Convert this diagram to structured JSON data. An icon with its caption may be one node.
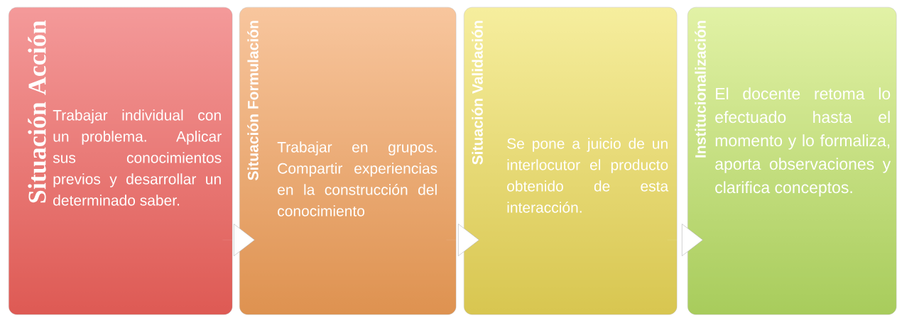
{
  "diagram": {
    "nodes": [
      {
        "text": [
          "Situación Acción",
          "Trabajar individual con un problema. Aplicar sus conocimientos previos y desarrollar un determinado saber."
        ]
      },
      {
        "text": [
          "Situación Formulación",
          "Trabajar en grupos. Compartir experiencias en la construcción del conocimiento"
        ]
      },
      {
        "text": [
          "Situación Validación",
          "Se pone a juicio de un interlocutor el producto obtenido de esta interacción."
        ]
      },
      {
        "text": [
          "Institucionalización",
          "El docente retoma lo efectuado hasta el momento y lo formaliza, aporta observaciones y clarifica conceptos."
        ]
      }
    ],
    "edges": [
      {
        "from": 0,
        "to": 1,
        "arrow": "to"
      },
      {
        "from": 1,
        "to": 2,
        "arrow": "to"
      },
      {
        "from": 2,
        "to": 3,
        "arrow": "to"
      }
    ]
  }
}
